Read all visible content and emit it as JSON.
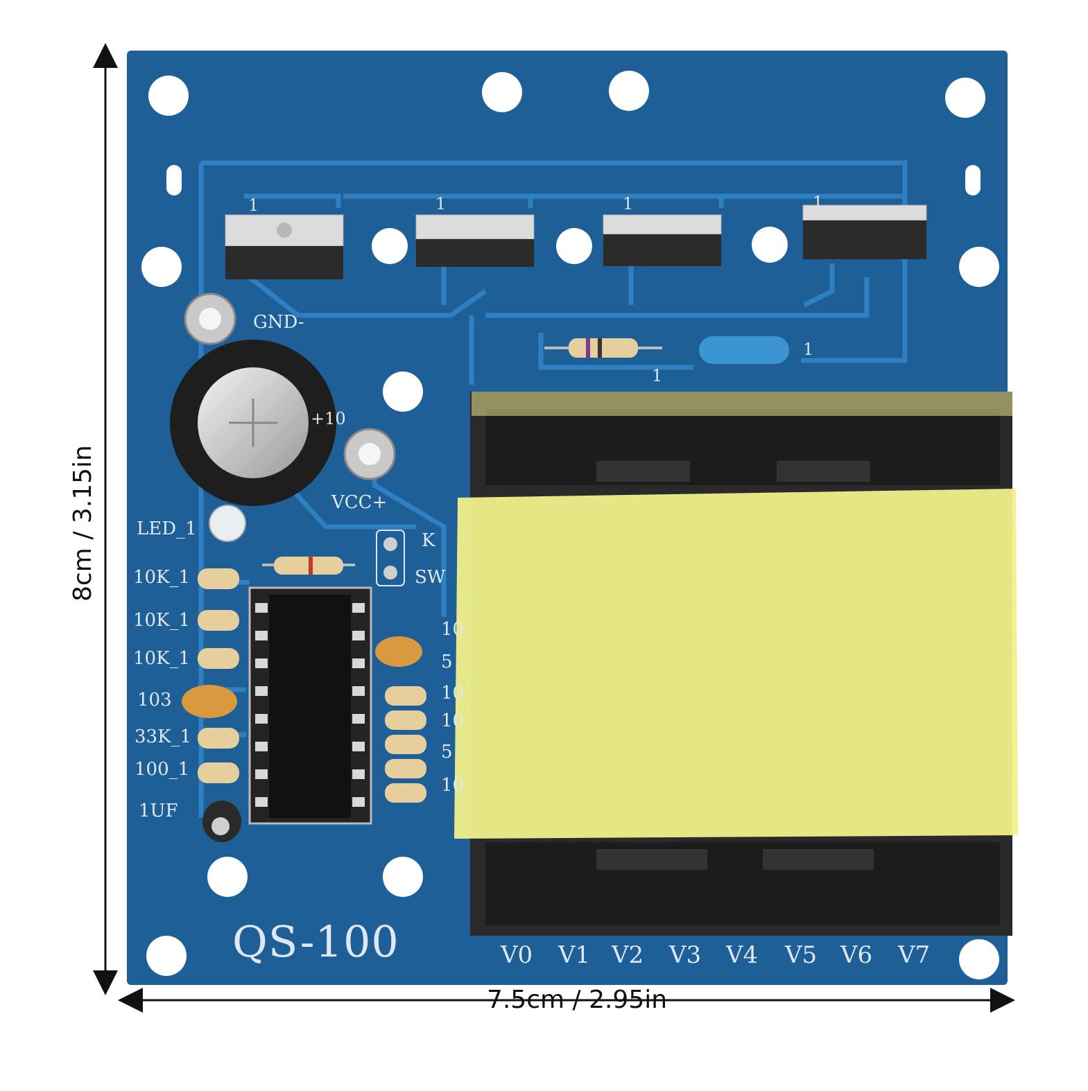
{
  "dimensions": {
    "width": "7.5cm / 2.95in",
    "height": "8cm / 3.15in"
  },
  "board": {
    "model": "QS-100",
    "colors": {
      "pcb": "#1d5f96",
      "trace": "#2f7fc0",
      "silkscreen": "#dfe8f2",
      "tape": "#f0f08a",
      "core": "#2a2a2a"
    },
    "labels": {
      "gnd": "GND-",
      "vcc": "VCC+",
      "led": "LED_1",
      "k": "K",
      "sw": "SW",
      "cap_plus": "+10",
      "r1": "10K_1",
      "r2": "10K_1",
      "r3": "10K_1",
      "c103": "103",
      "r33k": "33K_1",
      "r100": "100_1",
      "c1uf": "1UF",
      "mosfet_1": "1",
      "mosfet_2": "1",
      "mosfet_3": "1",
      "mosfet_4": "1",
      "res_top_mark": "1",
      "cap_top_mark": "1",
      "right_col": [
        "10",
        "5",
        "10",
        "10",
        "5",
        "10"
      ]
    },
    "outputs": [
      "V0",
      "V1",
      "V2",
      "V3",
      "V4",
      "V5",
      "V6",
      "V7"
    ]
  }
}
